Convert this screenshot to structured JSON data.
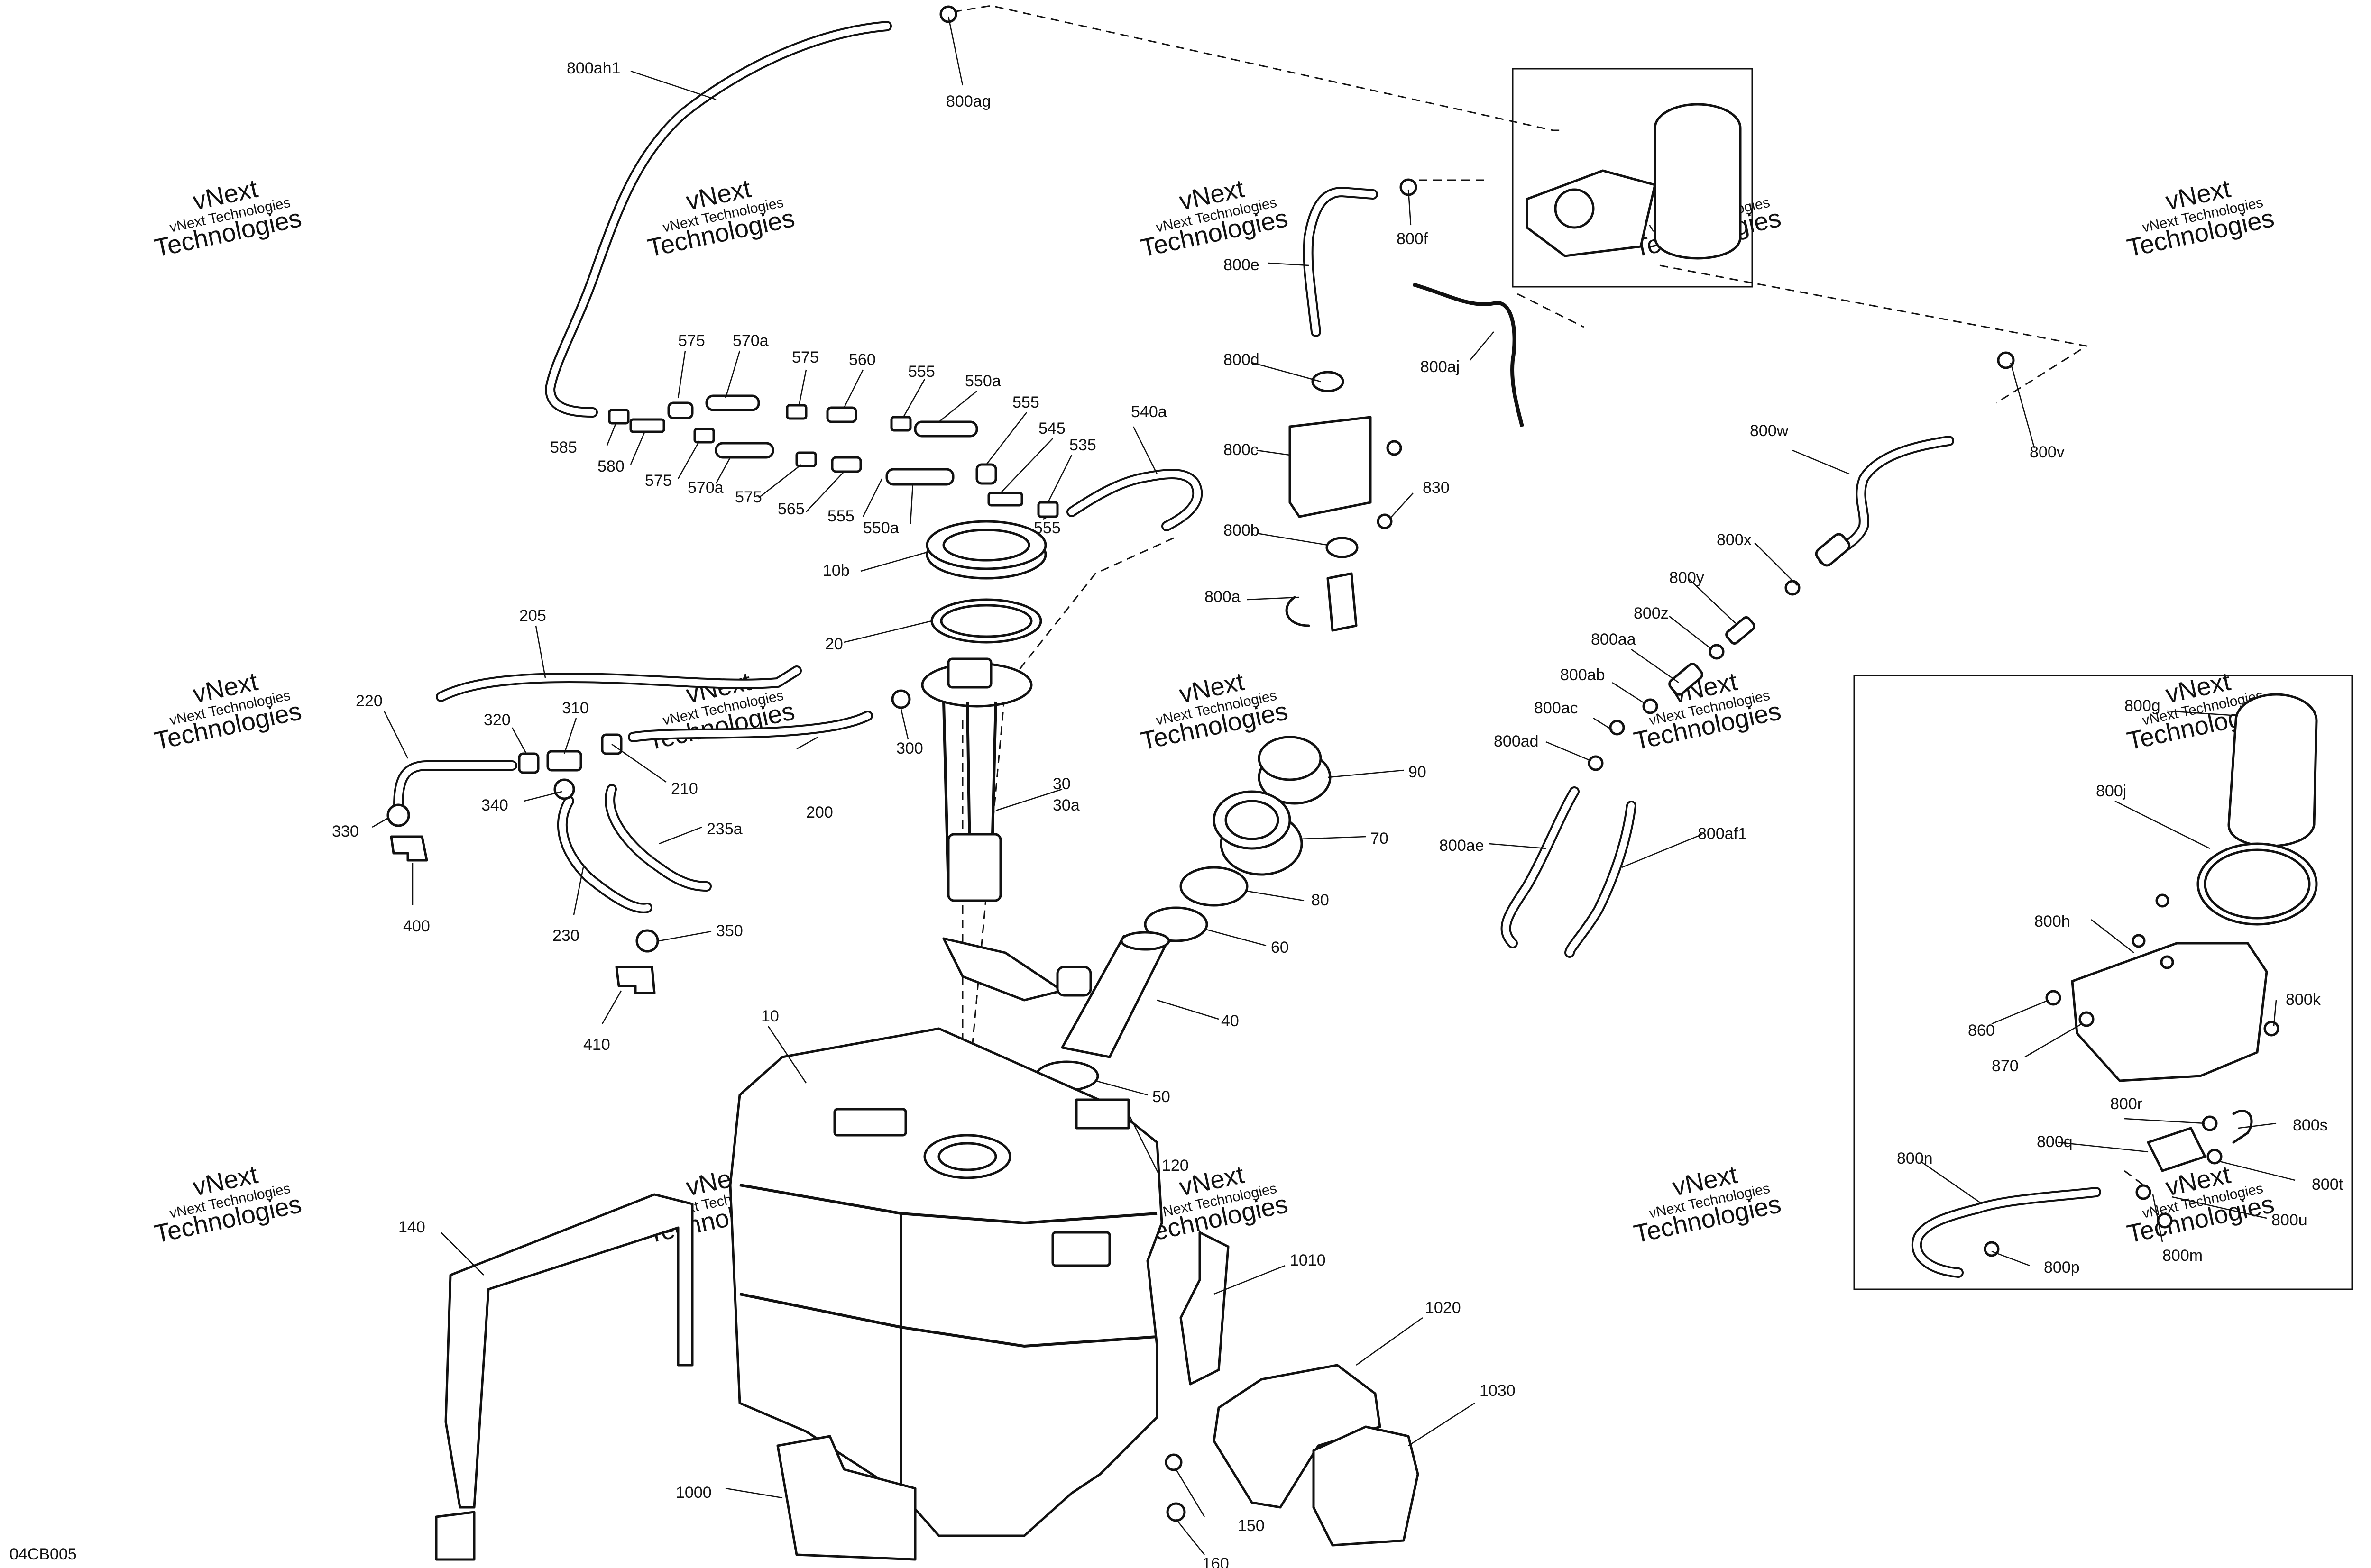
{
  "diagram": {
    "code": "04CB005",
    "watermark": {
      "line1": "vNext Technologies",
      "line2": "vNext",
      "line3": "Technologies"
    },
    "labels": [
      {
        "id": "800ah1",
        "text": "800ah1"
      },
      {
        "id": "800ag",
        "text": "800ag"
      },
      {
        "id": "800f",
        "text": "800f"
      },
      {
        "id": "800e",
        "text": "800e"
      },
      {
        "id": "800d",
        "text": "800d"
      },
      {
        "id": "800aj",
        "text": "800aj"
      },
      {
        "id": "800c",
        "text": "800c"
      },
      {
        "id": "830",
        "text": "830"
      },
      {
        "id": "800b",
        "text": "800b"
      },
      {
        "id": "800a",
        "text": "800a"
      },
      {
        "id": "800w",
        "text": "800w"
      },
      {
        "id": "800v",
        "text": "800v"
      },
      {
        "id": "800x",
        "text": "800x"
      },
      {
        "id": "800y",
        "text": "800y"
      },
      {
        "id": "800z",
        "text": "800z"
      },
      {
        "id": "800aa",
        "text": "800aa"
      },
      {
        "id": "800ab",
        "text": "800ab"
      },
      {
        "id": "800ac",
        "text": "800ac"
      },
      {
        "id": "800ad",
        "text": "800ad"
      },
      {
        "id": "800ae",
        "text": "800ae"
      },
      {
        "id": "800af1",
        "text": "800af1"
      },
      {
        "id": "575a",
        "text": "575"
      },
      {
        "id": "570a_top",
        "text": "570a"
      },
      {
        "id": "575b",
        "text": "575"
      },
      {
        "id": "560",
        "text": "560"
      },
      {
        "id": "555a",
        "text": "555"
      },
      {
        "id": "550a_top",
        "text": "550a"
      },
      {
        "id": "555b",
        "text": "555"
      },
      {
        "id": "545",
        "text": "545"
      },
      {
        "id": "540a",
        "text": "540a"
      },
      {
        "id": "535",
        "text": "535"
      },
      {
        "id": "585",
        "text": "585"
      },
      {
        "id": "580",
        "text": "580"
      },
      {
        "id": "575c",
        "text": "575"
      },
      {
        "id": "570a_bot",
        "text": "570a"
      },
      {
        "id": "575d",
        "text": "575"
      },
      {
        "id": "565",
        "text": "565"
      },
      {
        "id": "555c",
        "text": "555"
      },
      {
        "id": "550a_bot",
        "text": "550a"
      },
      {
        "id": "555d",
        "text": "555"
      },
      {
        "id": "10b",
        "text": "10b"
      },
      {
        "id": "20",
        "text": "20"
      },
      {
        "id": "205",
        "text": "205"
      },
      {
        "id": "220",
        "text": "220"
      },
      {
        "id": "320",
        "text": "320"
      },
      {
        "id": "310",
        "text": "310"
      },
      {
        "id": "300",
        "text": "300"
      },
      {
        "id": "210",
        "text": "210"
      },
      {
        "id": "200",
        "text": "200"
      },
      {
        "id": "340",
        "text": "340"
      },
      {
        "id": "330",
        "text": "330"
      },
      {
        "id": "235a",
        "text": "235a"
      },
      {
        "id": "400",
        "text": "400"
      },
      {
        "id": "230",
        "text": "230"
      },
      {
        "id": "350",
        "text": "350"
      },
      {
        "id": "410",
        "text": "410"
      },
      {
        "id": "30",
        "text": "30"
      },
      {
        "id": "30a",
        "text": "30a"
      },
      {
        "id": "90",
        "text": "90"
      },
      {
        "id": "70",
        "text": "70"
      },
      {
        "id": "80",
        "text": "80"
      },
      {
        "id": "60",
        "text": "60"
      },
      {
        "id": "40",
        "text": "40"
      },
      {
        "id": "50",
        "text": "50"
      },
      {
        "id": "10",
        "text": "10"
      },
      {
        "id": "120",
        "text": "120"
      },
      {
        "id": "140",
        "text": "140"
      },
      {
        "id": "1010",
        "text": "1010"
      },
      {
        "id": "1020",
        "text": "1020"
      },
      {
        "id": "1030",
        "text": "1030"
      },
      {
        "id": "1000",
        "text": "1000"
      },
      {
        "id": "150",
        "text": "150"
      },
      {
        "id": "160",
        "text": "160"
      },
      {
        "id": "800g",
        "text": "800g"
      },
      {
        "id": "800j",
        "text": "800j"
      },
      {
        "id": "800h",
        "text": "800h"
      },
      {
        "id": "800k",
        "text": "800k"
      },
      {
        "id": "860",
        "text": "860"
      },
      {
        "id": "870",
        "text": "870"
      },
      {
        "id": "800r",
        "text": "800r"
      },
      {
        "id": "800s",
        "text": "800s"
      },
      {
        "id": "800q",
        "text": "800q"
      },
      {
        "id": "800t",
        "text": "800t"
      },
      {
        "id": "800n",
        "text": "800n"
      },
      {
        "id": "800u",
        "text": "800u"
      },
      {
        "id": "800m",
        "text": "800m"
      },
      {
        "id": "800p",
        "text": "800p"
      }
    ]
  }
}
